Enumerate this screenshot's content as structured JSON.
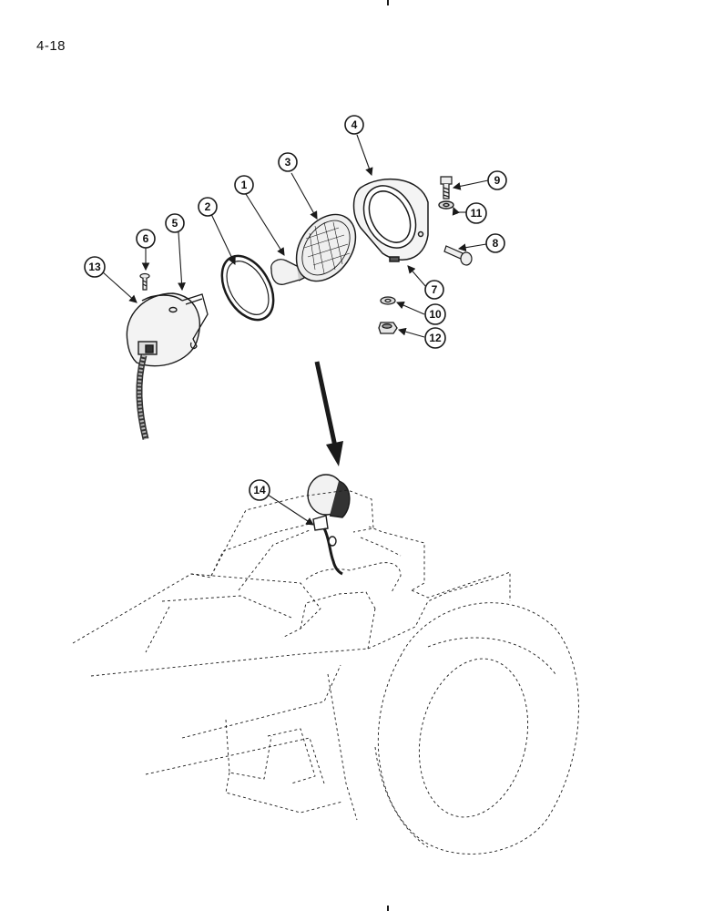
{
  "page": {
    "number": "4-18"
  },
  "callouts": [
    {
      "label": "1"
    },
    {
      "label": "2"
    },
    {
      "label": "3"
    },
    {
      "label": "4"
    },
    {
      "label": "5"
    },
    {
      "label": "6"
    },
    {
      "label": "7"
    },
    {
      "label": "8"
    },
    {
      "label": "9"
    },
    {
      "label": "10"
    },
    {
      "label": "11"
    },
    {
      "label": "12"
    },
    {
      "label": "13"
    },
    {
      "label": "14"
    }
  ],
  "colors": {
    "ink": "#1a1a1a",
    "paper": "#ffffff"
  }
}
